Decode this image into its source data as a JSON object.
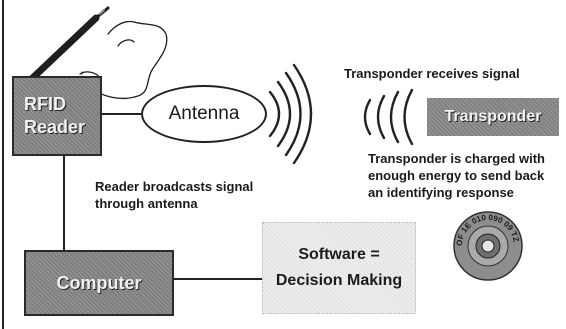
{
  "nodes": {
    "reader": {
      "line1": "RFID",
      "line2": "Reader"
    },
    "antenna": {
      "label": "Antenna"
    },
    "transponder": {
      "label": "Transponder"
    },
    "computer": {
      "label": "Computer"
    },
    "software": {
      "line1": "Software =",
      "line2": "Decision Making"
    }
  },
  "notes": {
    "receive": "Transponder receives signal",
    "charged": [
      "Transponder is charged with",
      "enough energy to send back",
      "an identifying response"
    ],
    "broadcast": [
      "Reader broadcasts signal",
      "through antenna"
    ]
  },
  "tag": {
    "ring_text": "OF 1E 010 090 09 TZ"
  },
  "colors": {
    "box_fill": "#8a8a8a",
    "line": "#222222",
    "software_fill": "#ededed"
  }
}
